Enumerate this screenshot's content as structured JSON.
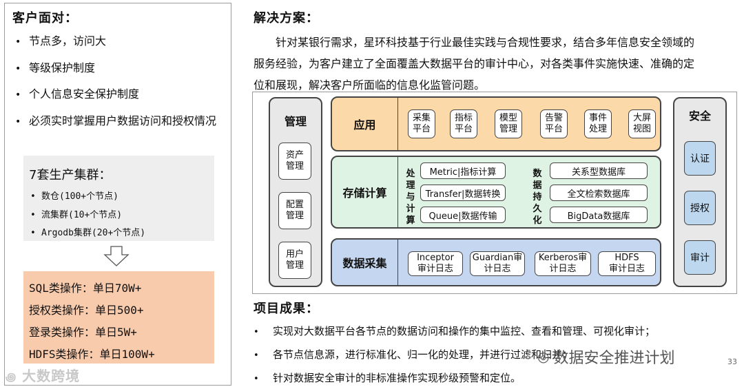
{
  "left": {
    "title": "客户面对：",
    "bullets": [
      "节点多，访问大",
      "等级保护制度",
      "个人信息安全保护制度",
      "必须实时掌握用户数据访问和授权情况"
    ],
    "cluster": {
      "title": "7套生产集群：",
      "items": [
        "数仓(100+个节点)",
        "流集群(10+个节点)",
        "Argodb集群(20+个节点)"
      ]
    },
    "ops": [
      "SQL类操作：单日70W+",
      "授权类操作：单日500+",
      "登录类操作：单日5W+",
      "HDFS类操作：单日100W+"
    ],
    "watermark": "大数跨境"
  },
  "right": {
    "solution_title": "解决方案：",
    "solution_lines": [
      "针对某银行需求，星环科技基于行业最佳实践与合规性要求，结合多年信息安全领域的",
      "服务经验，为客户建立了全面覆盖大数据平台的审计中心，对各类事件实施快速、准确的定",
      "位和展现，解决客户所面临的信息化监管问题。"
    ],
    "results_title": "项目成果：",
    "results": [
      "实现对大数据平台各节点的数据访问和操作的集中监控、查看和管理、可视化审计；",
      "各节点信息源，进行标准化、归一化的处理，并进行过滤和归并；",
      "针对数据安全审计的非标准操作实现秒级预警和定位。"
    ],
    "watermark": "数据安全推进计划",
    "page_number": "33"
  },
  "architecture": {
    "management": {
      "title": "管理",
      "items": [
        "资产\n管理",
        "配置\n管理",
        "用户\n管理"
      ]
    },
    "security": {
      "title": "安全",
      "items": [
        "认证",
        "授权",
        "审计"
      ]
    },
    "application": {
      "label": "应用",
      "items": [
        "采集\n平台",
        "指标\n平台",
        "模型\n管理",
        "告警\n平台",
        "事件\n处理",
        "大屏\n视图"
      ]
    },
    "storage": {
      "label": "存储计算",
      "processing_label": "处理与计算",
      "processing": [
        "Metric|指标计算",
        "Transfer|数据转换",
        "Queue|数据传输"
      ],
      "persistence_label": "数据持久化",
      "persistence": [
        "关系型数据库",
        "全文检索数据库",
        "BigData数据库"
      ]
    },
    "collection": {
      "label": "数据采集",
      "items": [
        "Inceptor\n审计日志",
        "Guardian审\n计日志",
        "Kerberos审\n计日志",
        "HDFS\n审计日志"
      ]
    },
    "colors": {
      "application": "#fbd9a8",
      "storage": "#dff3e4",
      "collection": "#c5d6f0",
      "side": "#e8e8e8",
      "security_item": "#bdd7ee",
      "ops_box": "#f8cbad"
    }
  }
}
